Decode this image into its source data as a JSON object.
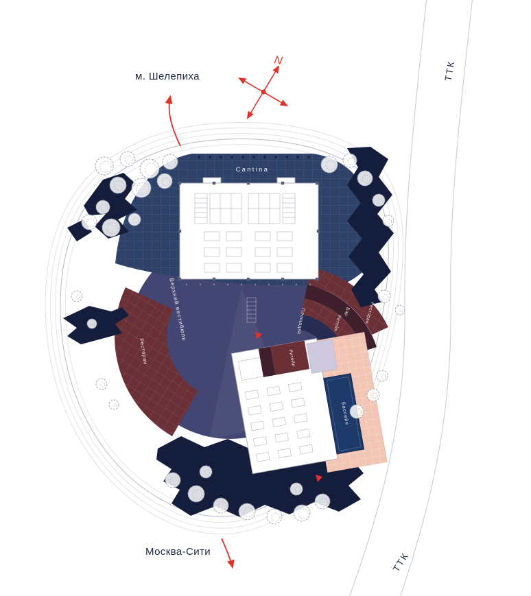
{
  "labels": {
    "metro_station": "м. Шелепиха",
    "moscow_city": "Москва-Сити",
    "ttk_top": "ТТК",
    "ttk_bottom": "ТТК",
    "north_letter": "N"
  },
  "zones": {
    "cantina": "Cantina",
    "upper_lobby": "Верхний вестибюль",
    "restaurant_left": "Ресторан",
    "playground": "Площадка",
    "retail_arc": "Ритейл",
    "bar": "Бар",
    "restaurant_right": "Ресторан",
    "retail_block": "Ритейл",
    "pool": "Бассейн"
  },
  "colors": {
    "accent_red": "#e23127",
    "berm_navy": "#151d3d",
    "cantina_blue": "#2e4269",
    "lobby_purple": "#434672",
    "maroon": "#6b2f36",
    "maroon_deep": "#3f1f2b",
    "band_navy": "#272c52",
    "pool_navy": "#1d3a6b",
    "terrace_peach": "#f2c5b5",
    "lavender": "#cfc9dd"
  }
}
